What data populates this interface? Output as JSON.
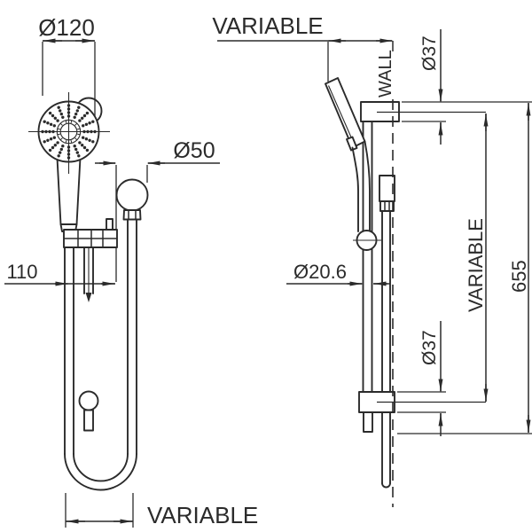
{
  "colors": {
    "line": "#2b2b2b",
    "background": "#ffffff"
  },
  "front_view": {
    "head_diameter_label": "Ø120",
    "elbow_diameter_label": "Ø50",
    "offset_label": "110",
    "hose_loop_width_label": "VARIABLE"
  },
  "side_view": {
    "wall_distance_label": "VARIABLE",
    "wall_label": "WALL",
    "upper_bracket_diameter_label": "Ø37",
    "rail_diameter_label": "Ø20.6",
    "lower_bracket_diameter_label": "Ø37",
    "bracket_span_label": "VARIABLE",
    "rail_length_label": "655"
  }
}
